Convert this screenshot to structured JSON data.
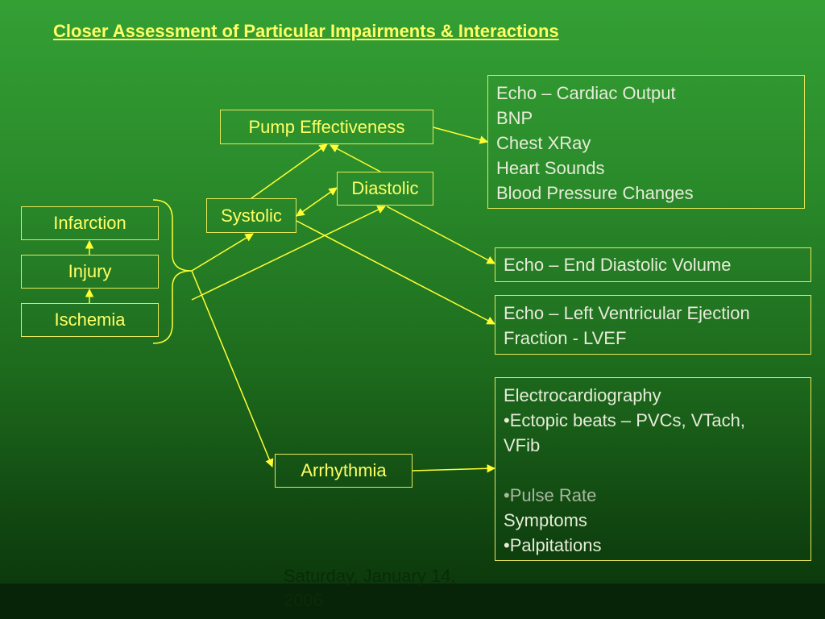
{
  "title": "Closer Assessment of Particular Impairments & Interactions",
  "nodes": {
    "infarction": "Infarction",
    "injury": "Injury",
    "ischemia": "Ischemia",
    "systolic": "Systolic",
    "diastolic": "Diastolic",
    "pump": "Pump Effectiveness",
    "arrhythmia": "Arrhythmia"
  },
  "pump_tests": [
    "Echo – Cardiac Output",
    "BNP",
    "Chest XRay",
    "Heart Sounds",
    "Blood Pressure Changes"
  ],
  "diastolic_test": "Echo – End Diastolic Volume",
  "systolic_test": [
    "Echo – Left Ventricular Ejection",
    "Fraction - LVEF"
  ],
  "arrhythmia_tests": {
    "heading": "Electrocardiography",
    "ectopic": [
      "•Ectopic beats – PVCs, VTach,",
      "VFib"
    ],
    "pulse": "•Pulse Rate",
    "symptoms": "Symptoms",
    "palpitations": "•Palpitations"
  },
  "footer": {
    "date": "Saturday, January 14, 2006"
  },
  "colors": {
    "line": "#ffff33",
    "text": "#ffff66",
    "box_border": "#e8e85a"
  }
}
